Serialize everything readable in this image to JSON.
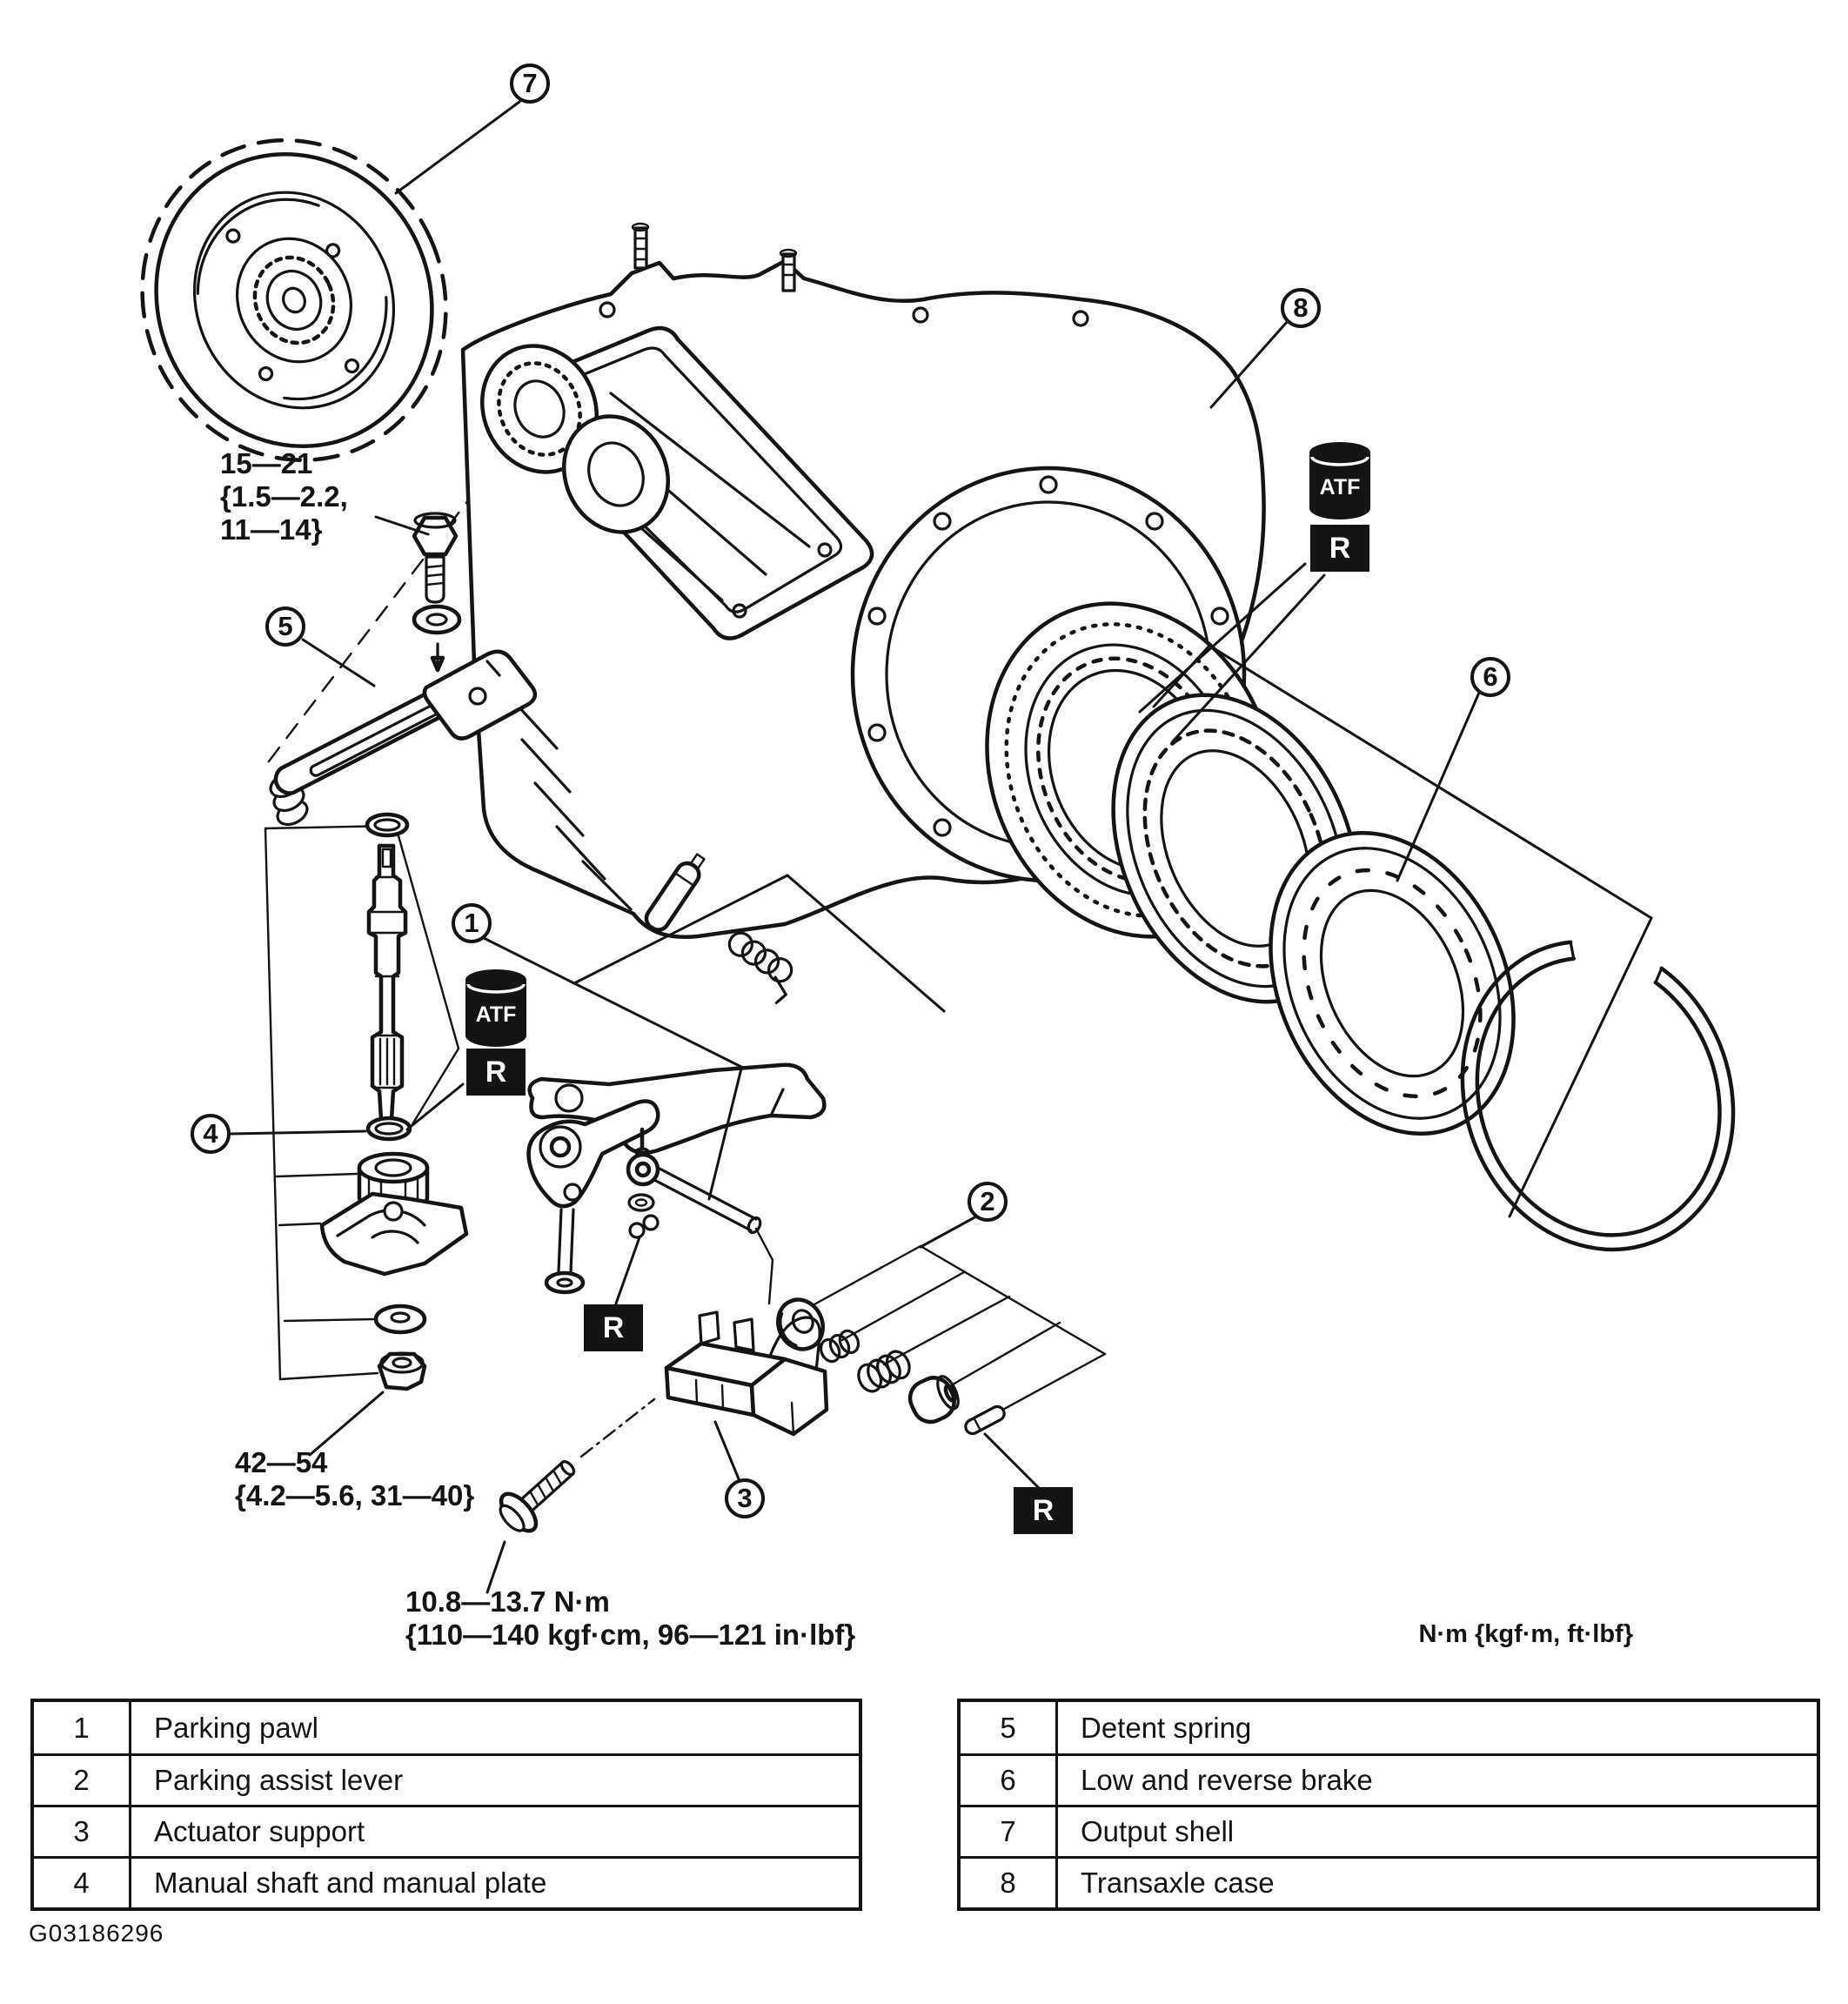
{
  "figure": {
    "code": "G03186296",
    "units_note": "N·m {kgf·m, ft·lbf}",
    "atf_label": "ATF",
    "r_label": "R"
  },
  "torque_specs": {
    "detent_spring_bolt": {
      "line1": "15—21",
      "line2": "{1.5—2.2,",
      "line3": "11—14}"
    },
    "manual_shaft_nut": {
      "line1": "42—54",
      "line2": "{4.2—5.6, 31—40}"
    },
    "actuator_support_bolt": {
      "line1": "10.8—13.7 N·m",
      "line2": "{110—140 kgf·cm, 96—121 in·lbf}"
    }
  },
  "callouts": [
    {
      "number": "1"
    },
    {
      "number": "2"
    },
    {
      "number": "3"
    },
    {
      "number": "4"
    },
    {
      "number": "5"
    },
    {
      "number": "6"
    },
    {
      "number": "7"
    },
    {
      "number": "8"
    }
  ],
  "legend": {
    "left": [
      {
        "num": "1",
        "label": "Parking pawl"
      },
      {
        "num": "2",
        "label": "Parking assist lever"
      },
      {
        "num": "3",
        "label": "Actuator support"
      },
      {
        "num": "4",
        "label": "Manual shaft and manual plate"
      }
    ],
    "right": [
      {
        "num": "5",
        "label": "Detent spring"
      },
      {
        "num": "6",
        "label": "Low and reverse brake"
      },
      {
        "num": "7",
        "label": "Output shell"
      },
      {
        "num": "8",
        "label": "Transaxle case"
      }
    ]
  }
}
